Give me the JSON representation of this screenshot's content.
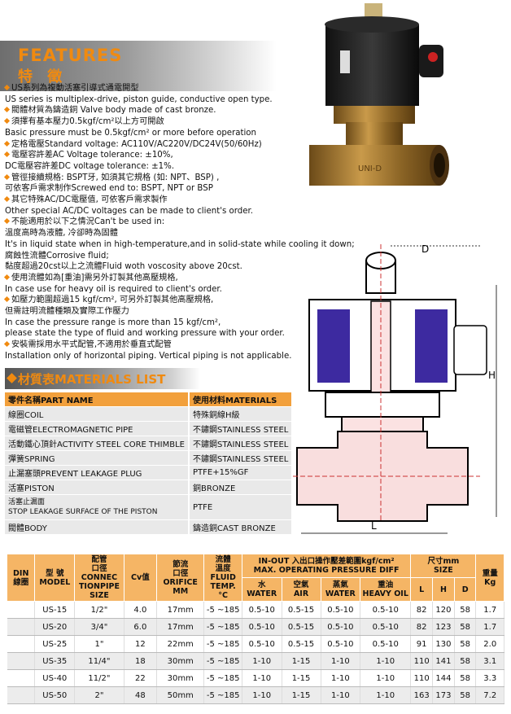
{
  "features": {
    "title_en": "FEATURES",
    "title_zh": "特 徵",
    "lines": [
      {
        "bullet": true,
        "text": "US系列為複動活塞引導式通電開型"
      },
      {
        "bullet": false,
        "text": "US series is multiplex-drive, piston guide, conductive open type."
      },
      {
        "bullet": true,
        "text": "閥體材質為鑄造銅 Valve body made of cast bronze."
      },
      {
        "bullet": true,
        "text": "須擇有基本壓力0.5kgf/cm²以上方可開啟"
      },
      {
        "bullet": false,
        "text": "Basic pressure must be 0.5kgf/cm² or more before operation"
      },
      {
        "bullet": true,
        "text": "定格電壓Standard voltage:  AC110V/AC220V/DC24V(50/60Hz)"
      },
      {
        "bullet": true,
        "text": "電壓容許差AC Voltage tolerance:  ±10%,"
      },
      {
        "bullet": false,
        "text": "  DC電壓容許差DC  voltage tolerance:  ±1%."
      },
      {
        "bullet": true,
        "text": "管徑接續規格:  BSPT牙,  如須其它規格 (如:  NPT、BSP) ,"
      },
      {
        "bullet": false,
        "text": "  可依客戶需求制作Screwed end to: BSPT, NPT or BSP"
      },
      {
        "bullet": true,
        "text": "其它特殊AC/DC電壓值,  可依客戶需求製作"
      },
      {
        "bullet": false,
        "text": "  Other special AC/DC voltages can be made to client's order."
      },
      {
        "bullet": true,
        "text": "不能適用於以下之情況Can't be used in:"
      },
      {
        "bullet": false,
        "text": "  溫度高時為液體,  冷卻時為固體"
      },
      {
        "bullet": false,
        "text": "  It's in liquid state when in high-temperature,and in solid-state while cooling it down;"
      },
      {
        "bullet": false,
        "text": "  腐蝕性流體Corrosive fluid;"
      },
      {
        "bullet": false,
        "text": "  黏度超過20cst以上之流體Fluid woth voscosity above 20cst."
      },
      {
        "bullet": true,
        "text": "使用流體如為[重油]需另外訂製其他高壓規格,"
      },
      {
        "bullet": false,
        "text": "  In case use for heavy oil is required to client's order."
      },
      {
        "bullet": true,
        "text": "如壓力範圍超過15 kgf/cm²,  可另外訂製其他高壓規格,"
      },
      {
        "bullet": false,
        "text": "  但需註明流體種類及實際工作壓力"
      },
      {
        "bullet": false,
        "text": "  In case the pressure range is more than 15 kgf/cm²,"
      },
      {
        "bullet": false,
        "text": "  please state the type of fluid and working pressure with your order."
      },
      {
        "bullet": true,
        "text": "安裝需採用水平式配管,不適用於垂直式配管"
      },
      {
        "bullet": false,
        "text": "  Installation only of horizontal piping. Vertical piping is not applicable."
      }
    ]
  },
  "photo": {
    "valve_marking": "UNI-D"
  },
  "diagram": {
    "dim_d": "D",
    "dim_h": "H",
    "dim_l": "L"
  },
  "materials": {
    "title": "材質表MATERIALS LIST",
    "header": [
      "零件名稱PART NAME",
      "使用材料MATERIALS"
    ],
    "rows": [
      [
        "線圈COIL",
        "特殊銅線H級"
      ],
      [
        "電磁管ELECTROMAGNETIC PIPE",
        "不鏽鋼STAINLESS STEEL"
      ],
      [
        "活動鐵心頂針ACTIVITY STEEL CORE  THIMBLE",
        "不鏽鋼STAINLESS STEEL"
      ],
      [
        "彈簧SPRING",
        "不鏽鋼STAINLESS STEEL"
      ],
      [
        "止漏塞頭PREVENT LEAKAGE PLUG",
        "PTFE+15%GF"
      ],
      [
        "活塞PISTON",
        "銅BRONZE"
      ],
      [
        "活塞止漏面\nSTOP LEAKAGE SURFACE OF THE PISTON",
        "PTFE"
      ],
      [
        "閥體BODY",
        "鑄造銅CAST BRONZE"
      ]
    ]
  },
  "spec": {
    "headers": {
      "din": "DIN\n線圈",
      "model": "型 號\nMODEL",
      "connect": "配管\n口徑\nCONNEC\nTIONPIPE\nSIZE",
      "cv": "Cv值",
      "orifice": "節流\n口徑\nORIFICE\nMM",
      "temp": "流體\n溫度\nFLUID\nTEMP.\n°C",
      "pressure": "IN-OUT 入出口操作壓差範圍kgf/cm²\nMAX. OPERATING PRESSURE DIFF",
      "water": "水\nWATER",
      "air": "空氣\nAIR",
      "steam": "蒸氣\nWATER",
      "oil": "重油\nHEAVY OIL",
      "size": "尺寸mm\nSIZE",
      "l": "L",
      "h": "H",
      "d": "D",
      "weight": "重量\nKg"
    },
    "rows": [
      [
        "",
        "US-15",
        "1/2\"",
        "4.0",
        "17mm",
        "-5 ~185",
        "0.5-10",
        "0.5-15",
        "0.5-10",
        "0.5-10",
        "82",
        "120",
        "58",
        "1.7"
      ],
      [
        "",
        "US-20",
        "3/4\"",
        "6.0",
        "17mm",
        "-5 ~185",
        "0.5-10",
        "0.5-15",
        "0.5-10",
        "0.5-10",
        "82",
        "123",
        "58",
        "1.7"
      ],
      [
        "",
        "US-25",
        "1\"",
        "12",
        "22mm",
        "-5 ~185",
        "0.5-10",
        "0.5-15",
        "0.5-10",
        "0.5-10",
        "91",
        "130",
        "58",
        "2.0"
      ],
      [
        "",
        "US-35",
        "11/4\"",
        "18",
        "30mm",
        "-5 ~185",
        "1-10",
        "1-15",
        "1-10",
        "1-10",
        "110",
        "141",
        "58",
        "3.1"
      ],
      [
        "",
        "US-40",
        "11/2\"",
        "22",
        "30mm",
        "-5 ~185",
        "1-10",
        "1-15",
        "1-10",
        "1-10",
        "110",
        "144",
        "58",
        "3.3"
      ],
      [
        "",
        "US-50",
        "2\"",
        "48",
        "50mm",
        "-5 ~185",
        "1-10",
        "1-15",
        "1-10",
        "1-10",
        "163",
        "173",
        "58",
        "7.2"
      ]
    ]
  },
  "colors": {
    "accent": "#f08a10",
    "table_head": "#f5b565",
    "row_alt": "#ececec"
  }
}
